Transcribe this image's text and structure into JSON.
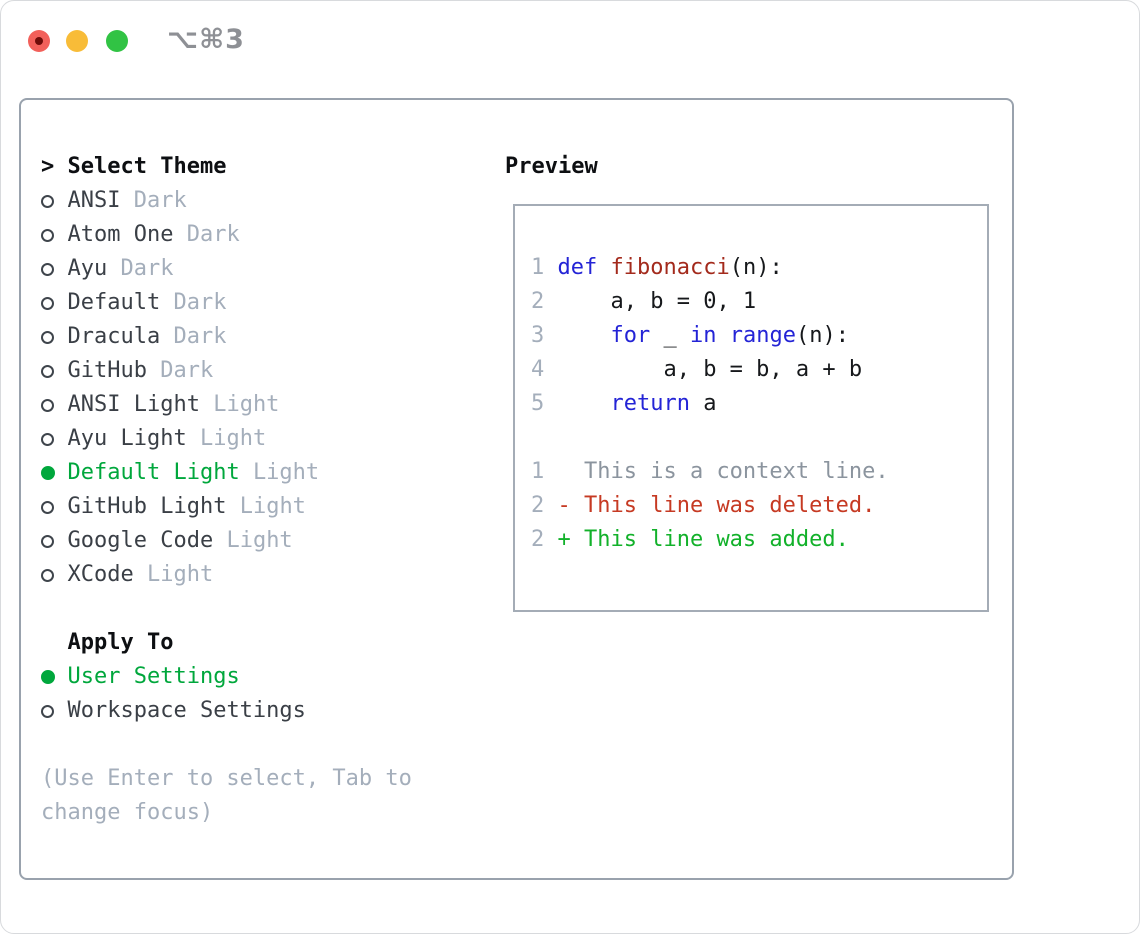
{
  "window": {
    "title": "⌥⌘3"
  },
  "theme_panel": {
    "header_prefix": ">",
    "header": "Select Theme",
    "items": [
      {
        "name": "ANSI",
        "variant": "Dark",
        "selected": false
      },
      {
        "name": "Atom One",
        "variant": "Dark",
        "selected": false
      },
      {
        "name": "Ayu",
        "variant": "Dark",
        "selected": false
      },
      {
        "name": "Default",
        "variant": "Dark",
        "selected": false
      },
      {
        "name": "Dracula",
        "variant": "Dark",
        "selected": false
      },
      {
        "name": "GitHub",
        "variant": "Dark",
        "selected": false
      },
      {
        "name": "ANSI Light",
        "variant": "Light",
        "selected": false
      },
      {
        "name": "Ayu Light",
        "variant": "Light",
        "selected": false
      },
      {
        "name": "Default Light",
        "variant": "Light",
        "selected": true
      },
      {
        "name": "GitHub Light",
        "variant": "Light",
        "selected": false
      },
      {
        "name": "Google Code",
        "variant": "Light",
        "selected": false
      },
      {
        "name": "XCode",
        "variant": "Light",
        "selected": false
      }
    ],
    "apply_to_header": "Apply To",
    "apply_options": [
      {
        "label": "User Settings",
        "selected": true
      },
      {
        "label": "Workspace Settings",
        "selected": false
      }
    ],
    "help_text": "(Use Enter to select, Tab to change focus)"
  },
  "preview": {
    "header": "Preview",
    "lines": [
      {
        "num": "1",
        "segments": [
          [
            "def",
            "kw"
          ],
          [
            " ",
            "plain"
          ],
          [
            "fibonacci",
            "fn"
          ],
          [
            "(n):",
            "plain"
          ]
        ]
      },
      {
        "num": "2",
        "segments": [
          [
            "    a, b = 0, 1",
            "plain"
          ]
        ]
      },
      {
        "num": "3",
        "segments": [
          [
            "    ",
            "plain"
          ],
          [
            "for",
            "kw"
          ],
          [
            " _ ",
            "plain"
          ],
          [
            "in",
            "kw"
          ],
          [
            " ",
            "plain"
          ],
          [
            "range",
            "kw"
          ],
          [
            "(n):",
            "plain"
          ]
        ]
      },
      {
        "num": "4",
        "segments": [
          [
            "        a, b = b, a + b",
            "plain"
          ]
        ]
      },
      {
        "num": "5",
        "segments": [
          [
            "    ",
            "plain"
          ],
          [
            "return",
            "kw"
          ],
          [
            " a",
            "plain"
          ]
        ]
      },
      {
        "num": "",
        "segments": []
      },
      {
        "num": "1",
        "segments": [
          [
            "  This is a context line.",
            "ctx"
          ]
        ]
      },
      {
        "num": "2",
        "segments": [
          [
            "- This line was deleted.",
            "del"
          ]
        ]
      },
      {
        "num": "2",
        "segments": [
          [
            "+ This line was added.",
            "add"
          ]
        ]
      }
    ]
  },
  "colors": {
    "green": "#00a73c",
    "kw": "#2424d6",
    "fn": "#a32a1c",
    "plain": "#16181b",
    "name": "#3a3f46",
    "header": "#0d0f12",
    "muted": "#a4aebb",
    "ctx": "#8b949e",
    "del": "#c63a23",
    "add": "#12b12a",
    "panel_border": "#99a2ad",
    "box_border": "#a4acb6",
    "tl_red": "#f2605a",
    "tl_red_dot": "#6e0c09",
    "tl_yellow": "#f8bc38",
    "tl_green": "#31c344",
    "title_gray": "#8e9095"
  }
}
